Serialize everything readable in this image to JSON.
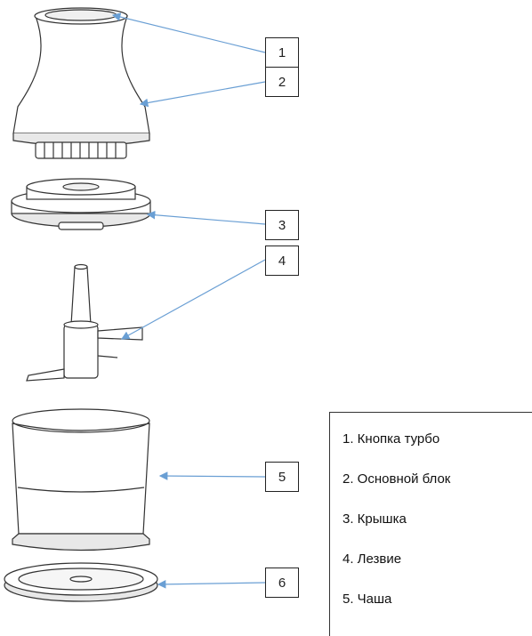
{
  "callouts": [
    "1",
    "2",
    "3",
    "4",
    "5",
    "6"
  ],
  "legend": [
    "1. Кнопка турбо",
    "2. Основной блок",
    "3. Крышка",
    "4. Лезвие",
    "5. Чаша"
  ],
  "colors": {
    "arrow": "#6a9fd4",
    "outline": "#333333",
    "fill": "#ffffff",
    "shade": "#e8e8e8"
  }
}
